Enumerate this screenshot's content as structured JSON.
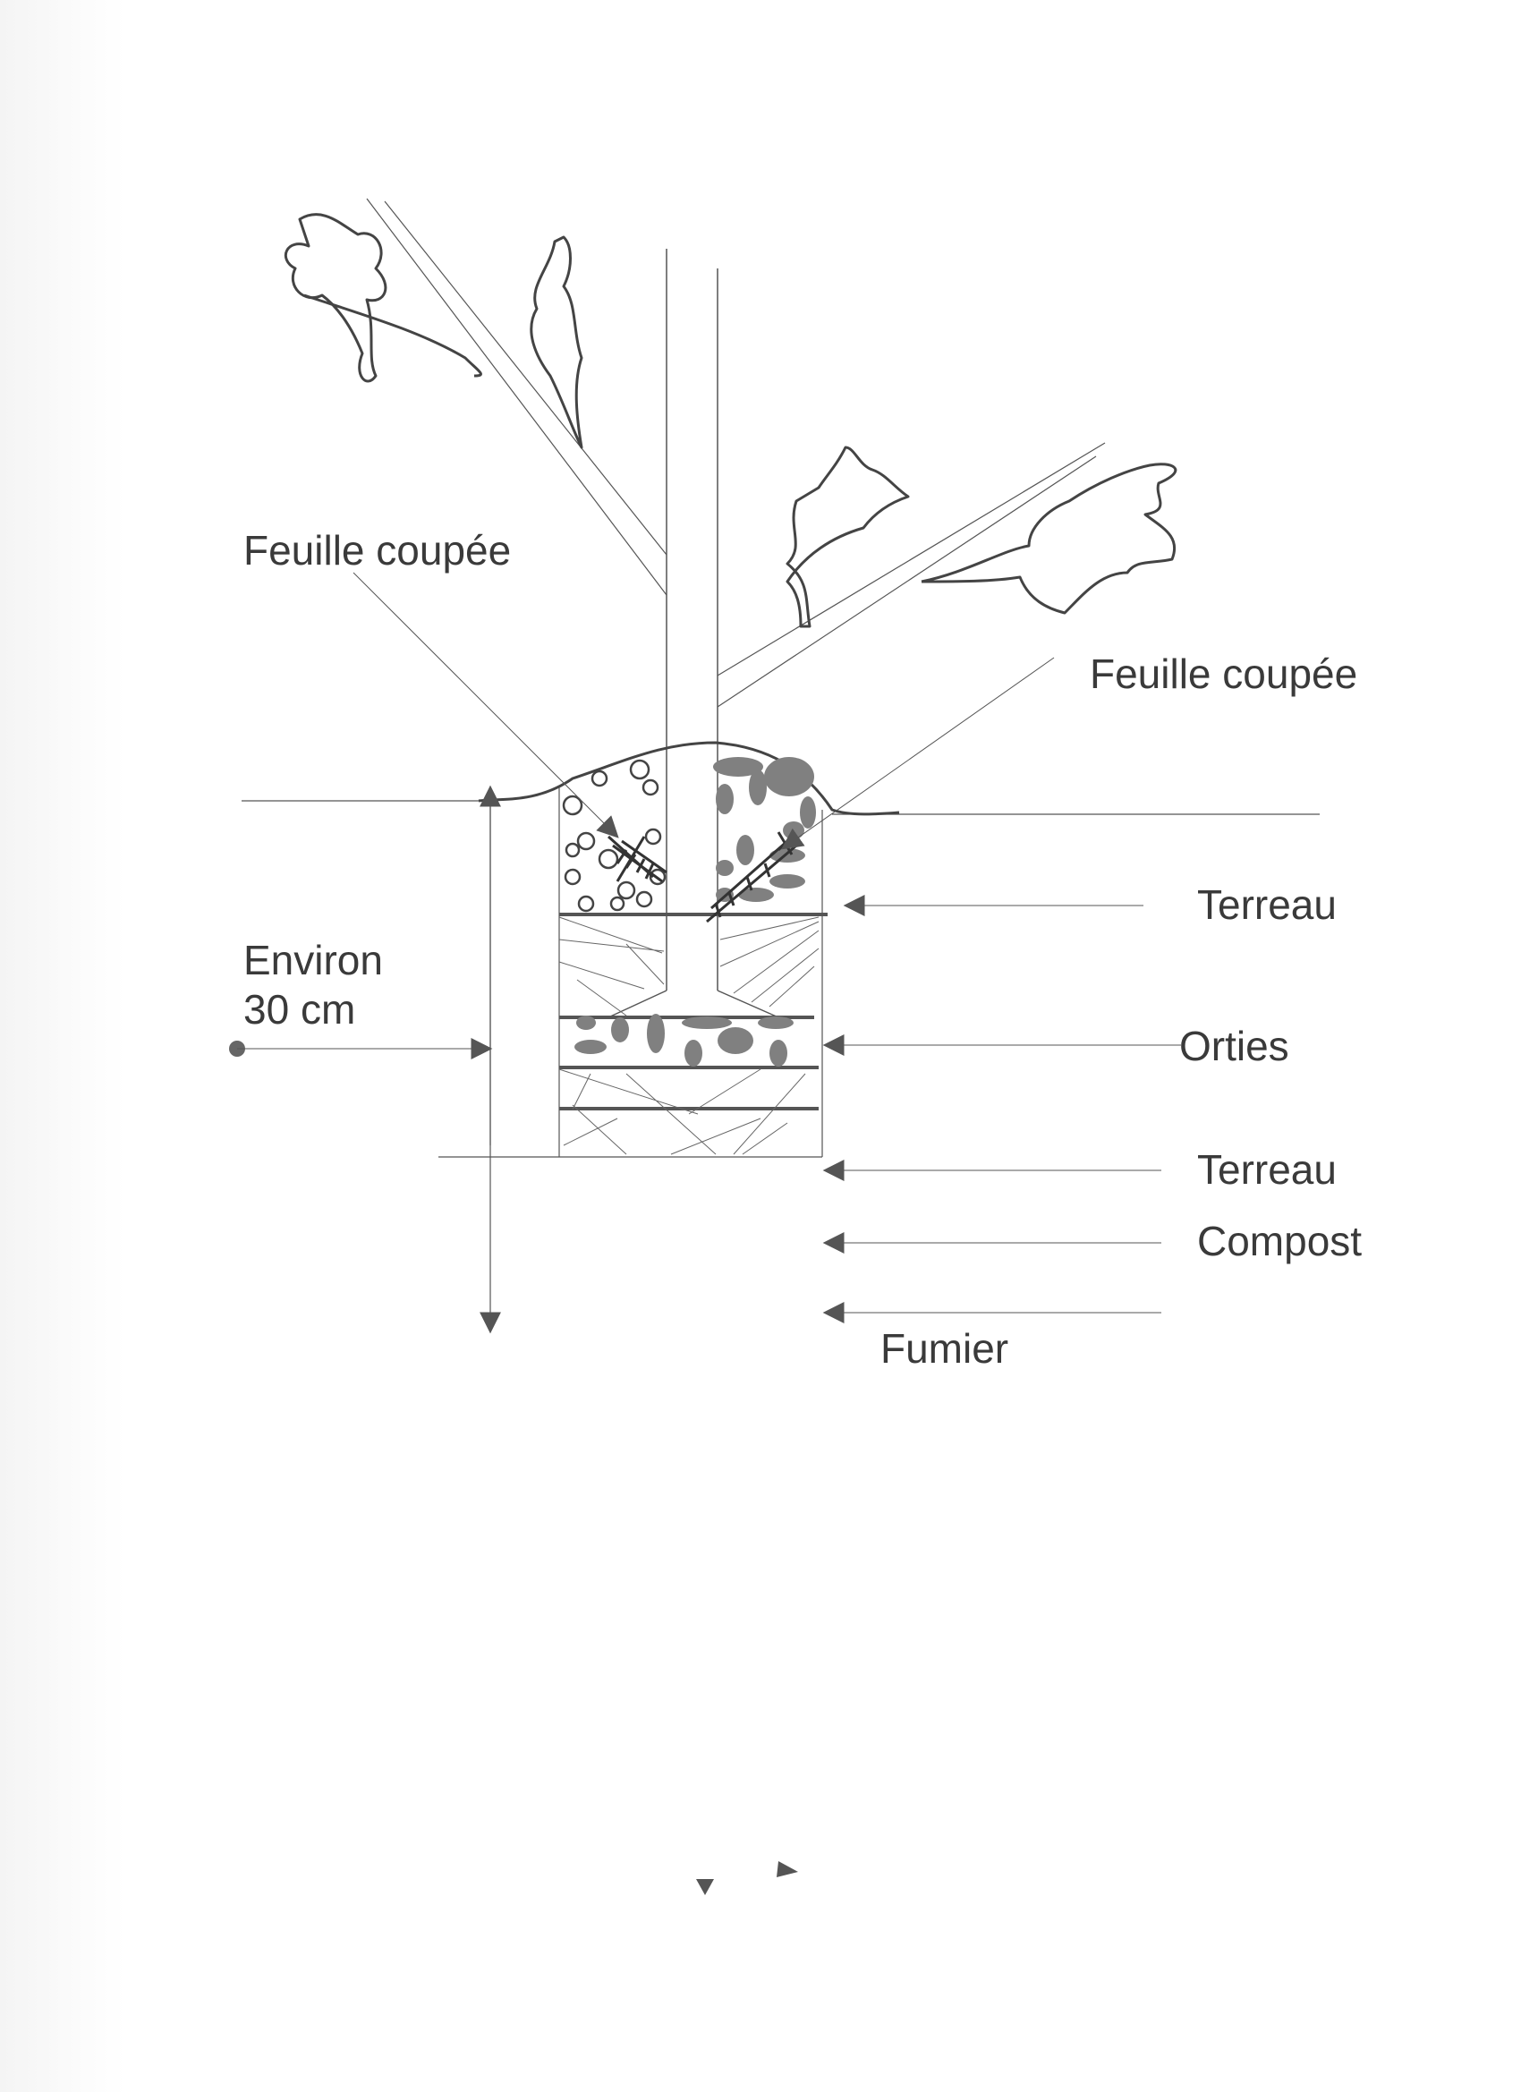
{
  "diagram": {
    "labels": {
      "cut_leaf_left": "Feuille coupée",
      "cut_leaf_right": "Feuille coupée",
      "depth_line1": "Environ",
      "depth_line2": "30 cm",
      "layer_terreau_top": "Terreau",
      "layer_orties": "Orties",
      "layer_terreau_mid": "Terreau",
      "layer_compost": "Compost",
      "layer_fumier": "Fumier"
    },
    "colors": {
      "ink": "#3a3a3a",
      "fill": "#808080"
    }
  }
}
